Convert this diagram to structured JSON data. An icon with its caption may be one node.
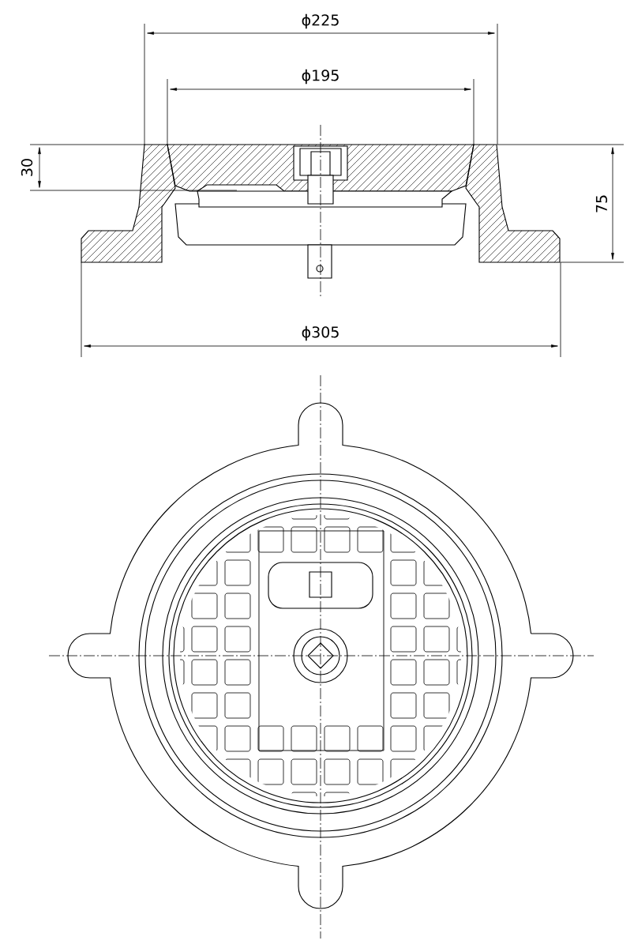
{
  "diagram": {
    "labels": [
      "ϕ225",
      "ϕ195",
      "30",
      "75",
      "ϕ305"
    ]
  }
}
